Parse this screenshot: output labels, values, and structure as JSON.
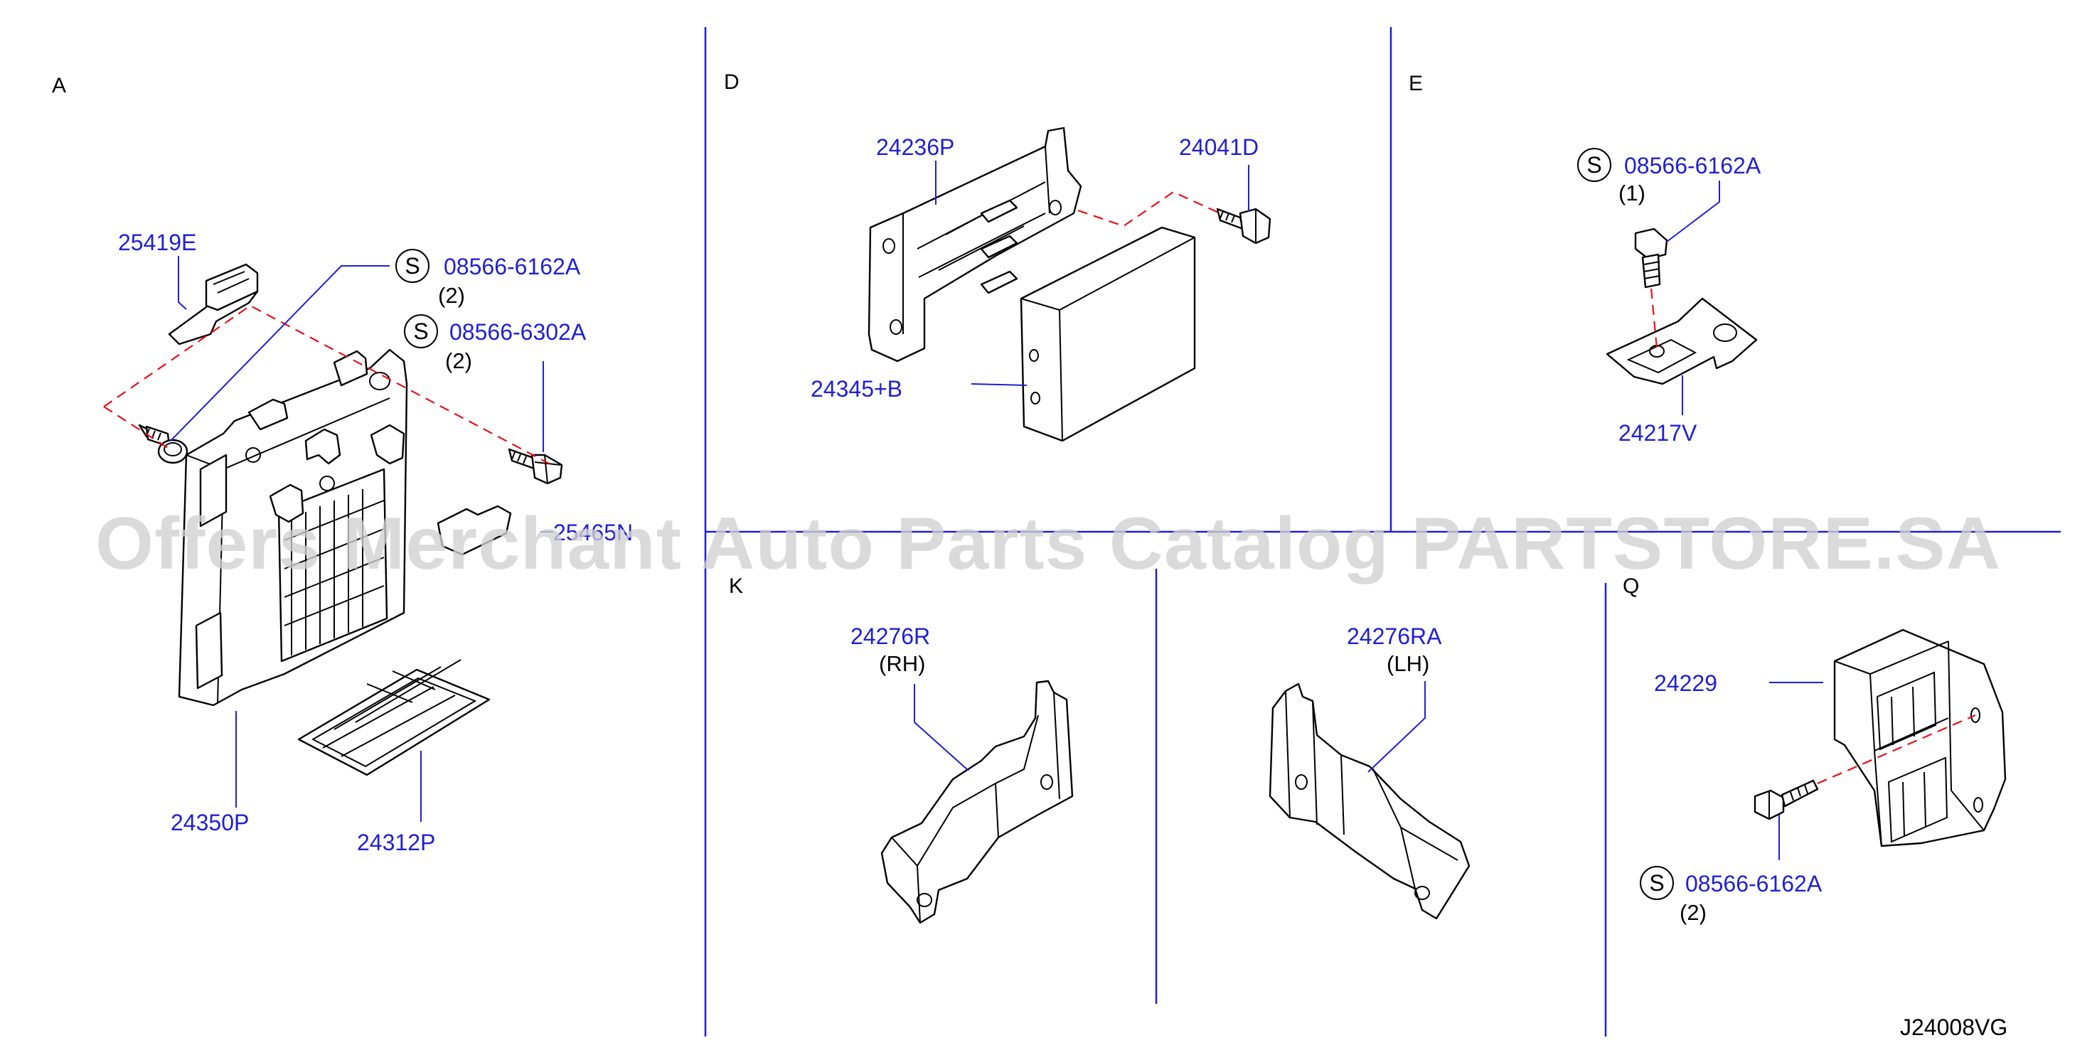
{
  "watermark": "Offers Merchant Auto Parts Catalog PARTSTORE.SA",
  "diagram_code": "J24008VG",
  "sections": {
    "a": "A",
    "d": "D",
    "e": "E",
    "k": "K",
    "q": "Q"
  },
  "symbol": "S",
  "parts": {
    "p25419e": "25419E",
    "s1_a": "08566-6162A",
    "s1_a_qty": "(2)",
    "s2_a": "08566-6302A",
    "s2_a_qty": "(2)",
    "p25465n": "25465N",
    "p24350p": "24350P",
    "p24312p": "24312P",
    "p24236p": "24236P",
    "p24041d": "24041D",
    "p24345b": "24345+B",
    "s_e": "08566-6162A",
    "s_e_qty": "(1)",
    "p24217v": "24217V",
    "p24276r": "24276R",
    "p24276r_side": "(RH)",
    "p24276ra": "24276RA",
    "p24276ra_side": "(LH)",
    "p24229": "24229",
    "s_q": "08566-6162A",
    "s_q_qty": "(2)"
  }
}
